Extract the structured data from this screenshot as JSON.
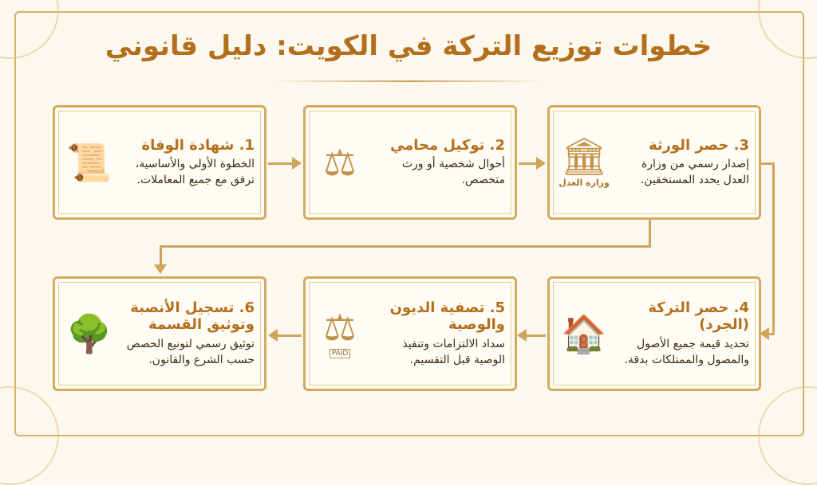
{
  "title": "خطوات توزيع التركة في الكويت: دليل قانوني",
  "steps": [
    {
      "title": "1. شهادة الوفاة",
      "text": "الخطوة الأولى والأساسية، ترفق مع جميع المعاملات.",
      "icon": "scroll-pen-icon"
    },
    {
      "title": "2. توكيل محامي",
      "text": "أحوال شخصية أو ورث متخصص.",
      "icon": "gavel-document-icon"
    },
    {
      "title": "3. حصر الورثة",
      "text": "إصدار رسمي من وزارة العدل يحدد المستخقين.",
      "icon": "ministry-building-icon",
      "icon_label": "وزارة العدل"
    },
    {
      "title": "4. حصر التركة (الجرد)",
      "text": "تحديد قيمة جميع الأصول والمصول والممتلكات بدقة.",
      "icon": "house-money-gold-icon"
    },
    {
      "title": "5. تصفية الديون والوصية",
      "text": "سداد الالتزامات وتنفيذ الوصية قبل التقسيم.",
      "icon": "scale-icon",
      "icon_label": "PAID"
    },
    {
      "title": "6. تسجيل الأنصبة وتوثيق القسمة",
      "text": "توثيق رسمي لتونيع الحصص حسب الشرع والقانون.",
      "icon": "family-tree-certificate-icon"
    }
  ],
  "colors": {
    "accent": "#b36f1c",
    "border": "#d4aa5e",
    "background": "#fdf8ee"
  }
}
